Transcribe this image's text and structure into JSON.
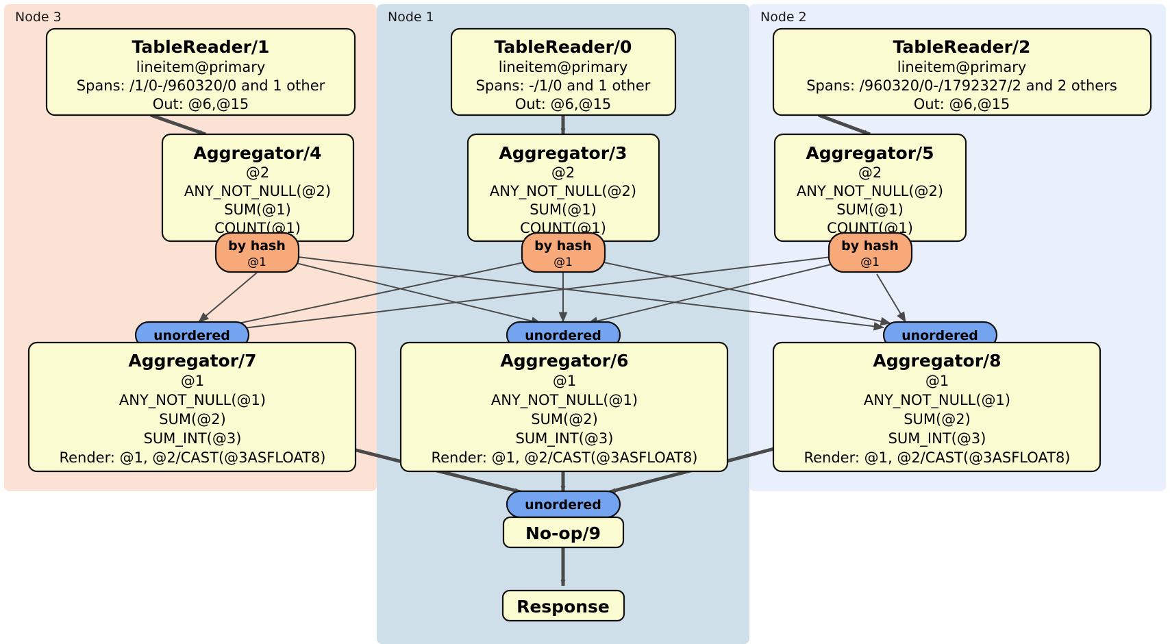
{
  "diagram": {
    "type": "distributed-query-plan",
    "title": "Distributed SQL physical plan",
    "colors": {
      "node3_bg": "#fbe2d5",
      "node1_bg": "#cfdfea",
      "node2_bg": "#eaf0fb",
      "box_fill": "#fbfbd2",
      "box_stroke": "#111111",
      "hash_fill": "#f7a97a",
      "unordered_fill": "#74a4f0",
      "edge": "#4a4a4a"
    }
  },
  "regions": [
    {
      "id": "node3",
      "label": "Node 3"
    },
    {
      "id": "node1",
      "label": "Node 1"
    },
    {
      "id": "node2",
      "label": "Node 2"
    }
  ],
  "readers": {
    "left": {
      "title": "TableReader/1",
      "line1": "lineitem@primary",
      "line2": "Spans: /1/0-/960320/0 and 1 other",
      "line3": "Out: @6,@15"
    },
    "middle": {
      "title": "TableReader/0",
      "line1": "lineitem@primary",
      "line2": "Spans: -/1/0 and 1 other",
      "line3": "Out: @6,@15"
    },
    "right": {
      "title": "TableReader/2",
      "line1": "lineitem@primary",
      "line2": "Spans: /960320/0-/1792327/2 and 2 others",
      "line3": "Out: @6,@15"
    }
  },
  "aggregators_upper": {
    "left": {
      "title": "Aggregator/4",
      "line1": "@2",
      "line2": "ANY_NOT_NULL(@2)",
      "line3": "SUM(@1)",
      "line4": "COUNT(@1)"
    },
    "middle": {
      "title": "Aggregator/3",
      "line1": "@2",
      "line2": "ANY_NOT_NULL(@2)",
      "line3": "SUM(@1)",
      "line4": "COUNT(@1)"
    },
    "right": {
      "title": "Aggregator/5",
      "line1": "@2",
      "line2": "ANY_NOT_NULL(@2)",
      "line3": "SUM(@1)",
      "line4": "COUNT(@1)"
    }
  },
  "hash_routers": [
    {
      "id": "hash-left",
      "label": "by hash",
      "column": "@1"
    },
    {
      "id": "hash-middle",
      "label": "by hash",
      "column": "@1"
    },
    {
      "id": "hash-right",
      "label": "by hash",
      "column": "@1"
    }
  ],
  "unordered_synchronizers": [
    {
      "id": "unordered-left",
      "label": "unordered"
    },
    {
      "id": "unordered-middle",
      "label": "unordered"
    },
    {
      "id": "unordered-right",
      "label": "unordered"
    },
    {
      "id": "unordered-final",
      "label": "unordered"
    }
  ],
  "aggregators_lower": {
    "left": {
      "title": "Aggregator/7",
      "line1": "@1",
      "line2": "ANY_NOT_NULL(@1)",
      "line3": "SUM(@2)",
      "line4": "SUM_INT(@3)",
      "line5": "Render: @1, @2/CAST(@3ASFLOAT8)"
    },
    "middle": {
      "title": "Aggregator/6",
      "line1": "@1",
      "line2": "ANY_NOT_NULL(@1)",
      "line3": "SUM(@2)",
      "line4": "SUM_INT(@3)",
      "line5": "Render: @1, @2/CAST(@3ASFLOAT8)"
    },
    "right": {
      "title": "Aggregator/8",
      "line1": "@1",
      "line2": "ANY_NOT_NULL(@1)",
      "line3": "SUM(@2)",
      "line4": "SUM_INT(@3)",
      "line5": "Render: @1, @2/CAST(@3ASFLOAT8)"
    }
  },
  "terminal": {
    "noop": {
      "title": "No-op/9"
    },
    "response": {
      "title": "Response"
    }
  }
}
